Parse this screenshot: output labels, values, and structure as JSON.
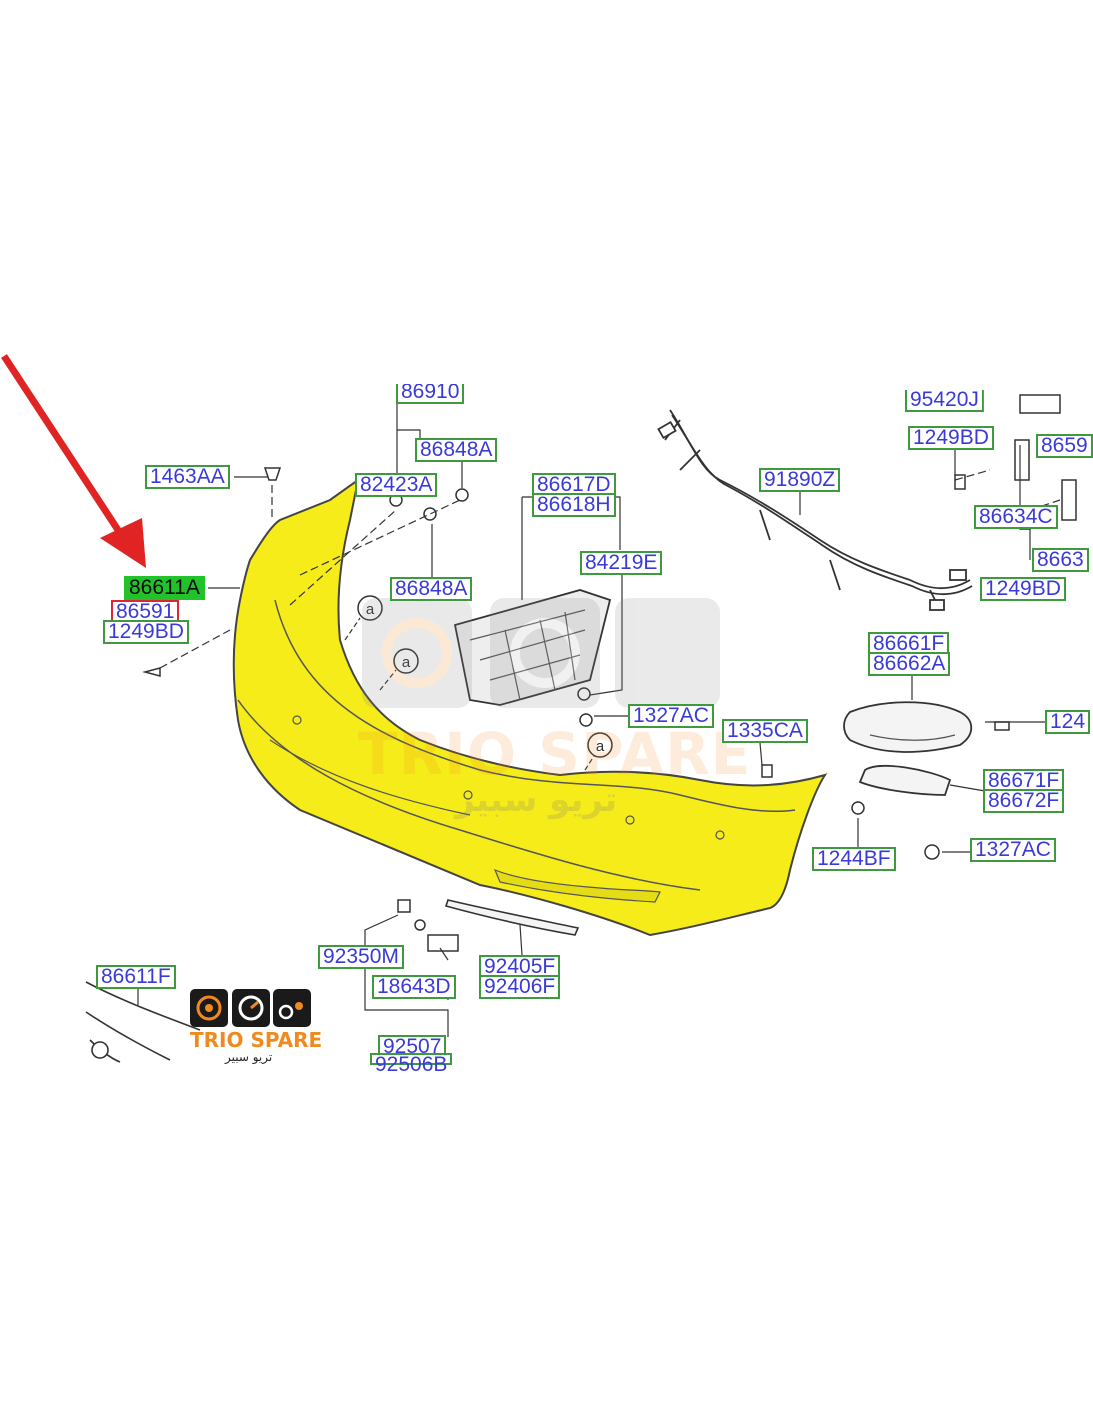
{
  "labels": {
    "l_86910": "86910",
    "l_95420j": "95420J",
    "l_86848a_top": "86848A",
    "l_1249bd_right_top": "1249BD",
    "l_8659x": "8659",
    "l_1463aa": "1463AA",
    "l_82423a": "82423A",
    "l_86617d": "86617D",
    "l_86618h": "86618H",
    "l_91890z": "91890Z",
    "l_86634c": "86634C",
    "l_8663x": "8663",
    "l_84219e": "84219E",
    "l_86611a": "86611A",
    "l_86848a_mid": "86848A",
    "l_1249bd_right_bottom": "1249BD",
    "l_86591": "86591",
    "l_1249bd_left": "1249BD",
    "l_86661f": "86661F",
    "l_86662a": "86662A",
    "l_1327ac_mid": "1327AC",
    "l_1335ca": "1335CA",
    "l_124x": "124",
    "l_86671f": "86671F",
    "l_86672f": "86672F",
    "l_1244bf": "1244BF",
    "l_1327ac_right": "1327AC",
    "l_92350m": "92350M",
    "l_92405f": "92405F",
    "l_86611f": "86611F",
    "l_18643d": "18643D",
    "l_92406f": "92406F",
    "l_92507": "92507",
    "l_92506b": "92506B"
  },
  "callout_letter": "a",
  "watermark": {
    "brand": "TRIO SPARE",
    "arabic": "تريو سبير"
  },
  "colors": {
    "highlight_part": "#f5ec1a",
    "selected_label": "#22c22a",
    "alt_label_border": "#e0243a",
    "label_border": "#3f9a3f",
    "label_text": "#3a3ad8",
    "arrow": "#e02424",
    "brand_orange": "#f08a1e"
  }
}
